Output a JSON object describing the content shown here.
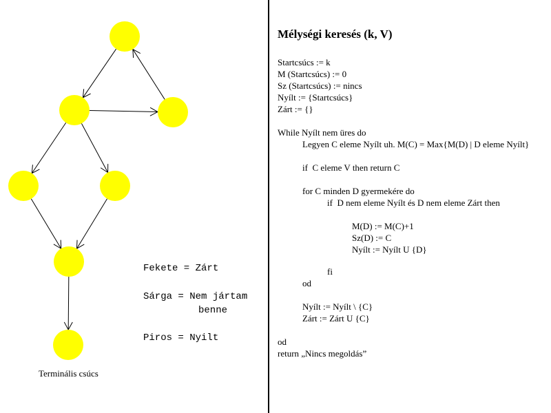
{
  "legend": {
    "fekete": "Fekete = Zárt",
    "sarga_1": "Sárga = Nem jártam",
    "sarga_2": "benne",
    "piros": "Piros = Nyilt"
  },
  "terminal_label": "Terminális csúcs",
  "node_color": "#ffff00",
  "algorithm": {
    "title": "Mélységi keresés (k, V)",
    "lines": [
      "Startcsúcs := k",
      "M (Startcsúcs) := 0",
      "Sz (Startcsúcs) := nincs",
      "Nyílt := {Startcsúcs}",
      "Zárt := {}",
      "While Nyílt nem üres do",
      "Legyen C eleme Nyílt uh. M(C) = Max{M(D) | D eleme Nyílt}",
      "if  C eleme V then return C",
      "for C minden D gyermekére do",
      "if  D nem eleme Nyílt és D nem eleme Zárt then",
      "M(D) := M(C)+1",
      "Sz(D) := C",
      "Nyílt := Nyílt U {D}",
      "fi",
      "od",
      "Nyílt := Nyílt \\ {C}",
      "Zárt := Zárt U {C}",
      "od",
      "return „Nincs megoldás”"
    ]
  }
}
